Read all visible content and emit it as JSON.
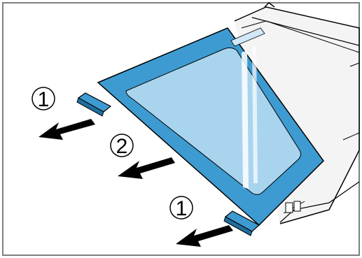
{
  "steps": [
    {
      "id": "step-1-top",
      "number": "1"
    },
    {
      "id": "step-2",
      "number": "2"
    },
    {
      "id": "step-1-bottom",
      "number": "1"
    }
  ],
  "colors": {
    "frame": "#7f7f7f",
    "glass_blue": "#3d9bd1",
    "glass_inner": "#a9d4ee",
    "glass_inner_light": "#d0e8f7",
    "arrow": "#000000",
    "clip": "#3d9bd1"
  },
  "icons": [
    "number-circle-icon",
    "arrow-left-icon",
    "door-clip-icon",
    "glass-pane-icon",
    "oven-door-frame-icon"
  ]
}
